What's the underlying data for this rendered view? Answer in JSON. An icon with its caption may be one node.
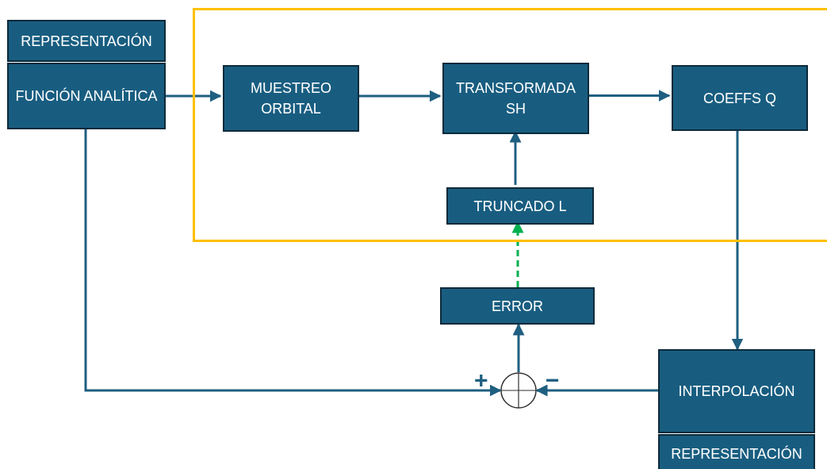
{
  "diagram": {
    "nodes": [
      {
        "text": [
          "REPRESENTACIÓN"
        ]
      },
      {
        "text": [
          "FUNCIÓN ANALÍTICA"
        ]
      },
      {
        "text": [],
        "shape": "box"
      },
      {
        "text": [
          "MUESTREO ORBITAL"
        ],
        "in": 2
      },
      {
        "text": [
          "TRANSFORMADA SH"
        ],
        "in": 2
      },
      {
        "text": [
          "COEFFS Q"
        ],
        "in": 2
      },
      {
        "text": [
          "TRUNCADO L"
        ],
        "in": 2
      },
      {
        "text": [
          "ERROR"
        ]
      },
      {
        "text": [],
        "shape": "circle"
      },
      {
        "text": [
          "INTERPOLACIÓN"
        ]
      },
      {
        "text": [
          "REPRESENTACIÓN"
        ]
      }
    ],
    "edges": [
      {
        "from": 1,
        "to": 3,
        "arrow": "to"
      },
      {
        "from": 3,
        "to": 4,
        "arrow": "to"
      },
      {
        "from": 4,
        "to": 5,
        "arrow": "to"
      },
      {
        "from": 6,
        "to": 4,
        "arrow": "to"
      },
      {
        "from": 7,
        "to": 6,
        "arrow": "to",
        "style": "dashed",
        "color": "#00b050"
      },
      {
        "from": 8,
        "to": 7,
        "arrow": "to"
      },
      {
        "from": 1,
        "to": 8,
        "arrow": "to"
      },
      {
        "from": 9,
        "to": 8,
        "arrow": "to"
      },
      {
        "from": 5,
        "to": 9,
        "arrow": "to"
      }
    ],
    "labels": [
      "+",
      "−"
    ]
  }
}
